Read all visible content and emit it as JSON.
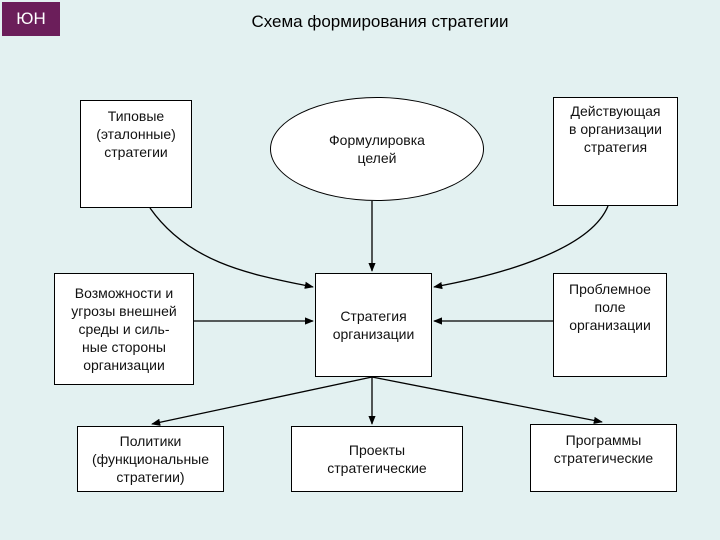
{
  "logo": {
    "text": "ЮН"
  },
  "title": "Схема формирования стратегии",
  "nodes": {
    "typical": "Типовые\n(эталонные)\nстратегии",
    "goals": "Формулировка\nцелей",
    "current": "Действующая\nв организации\nстратегия",
    "environment": "Возможности и\nугрозы внешней\nсреды и силь-\nные стороны\nорганизации",
    "strategy": "Стратегия\nорганизации",
    "problem": "Проблемное\nполе\nорганизации",
    "policies": "Политики\n(функциональные\nстратегии)",
    "projects": "Проекты\nстратегические",
    "programs": "Программы\nстратегические"
  },
  "colors": {
    "background": "#e3f1f1",
    "logo": "#6b1e5a",
    "box_fill": "#ffffff",
    "line": "#000000"
  }
}
